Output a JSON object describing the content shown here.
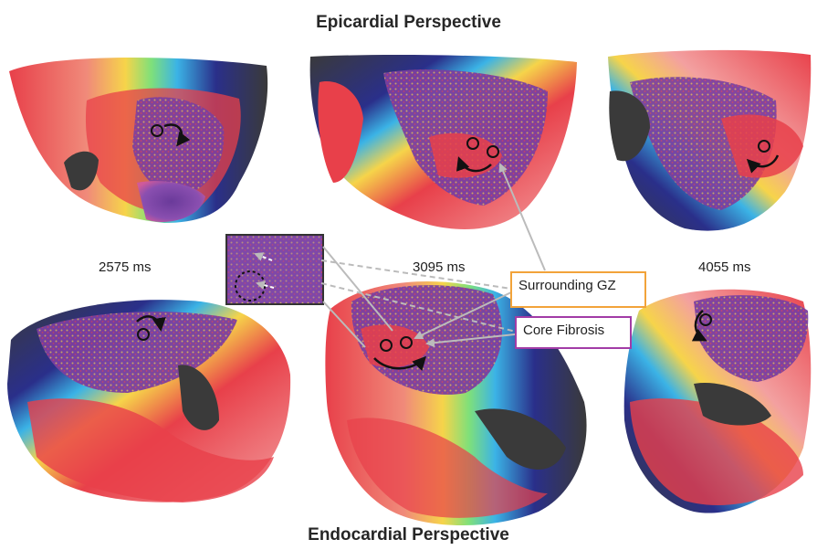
{
  "titles": {
    "top": "Epicardial Perspective",
    "bottom": "Endocardial Perspective"
  },
  "timestamps": [
    "2575 ms",
    "3095 ms",
    "4055 ms"
  ],
  "callouts": {
    "surrounding_gz": "Surrounding GZ",
    "core_fibrosis": "Core Fibrosis"
  },
  "colors": {
    "gz_border": "#f2a33a",
    "core_border": "#a23ca6",
    "activation_scale": [
      "#e8404a",
      "#f07a6a",
      "#f6d44a",
      "#8de08a",
      "#3bb3e6",
      "#2a2f8a",
      "#5b3a9a",
      "#8a4fb0"
    ],
    "fibrosis_purple": "#7a3fa0",
    "tissue_gray": "#3a3a3a"
  }
}
